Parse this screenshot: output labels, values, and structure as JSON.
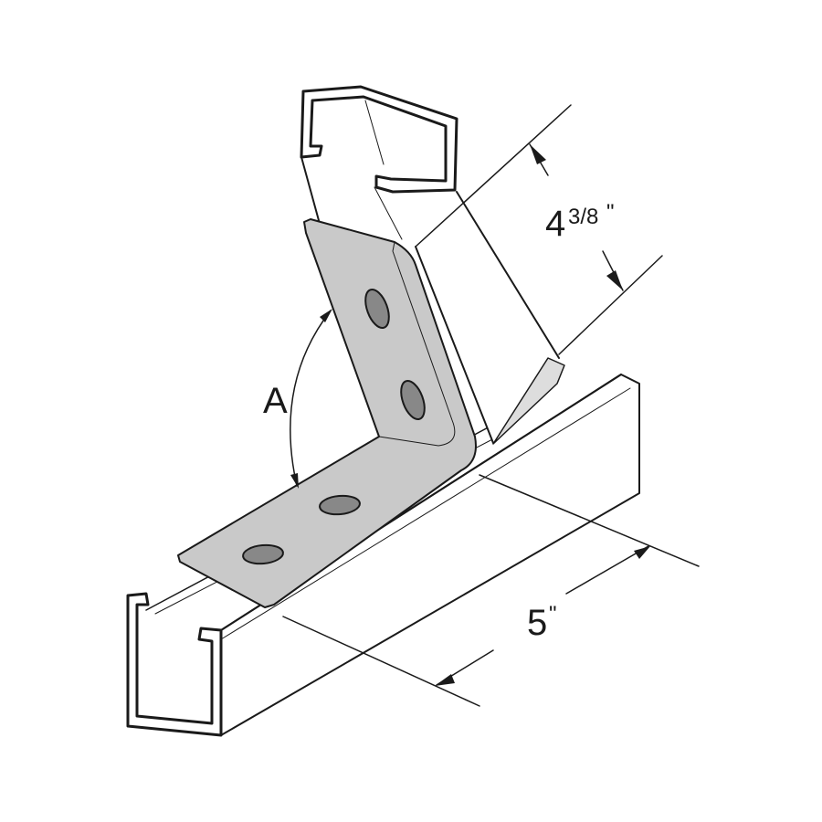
{
  "dimensions": {
    "leg_length": {
      "whole": "4",
      "fraction": "3/8",
      "unit": "\""
    },
    "angle_label": "A",
    "base_length": {
      "value": "5",
      "unit": "\""
    }
  },
  "colors": {
    "bracket": "#c9c9c9",
    "line": "#1a1a1a",
    "channel": "#ffffff"
  }
}
